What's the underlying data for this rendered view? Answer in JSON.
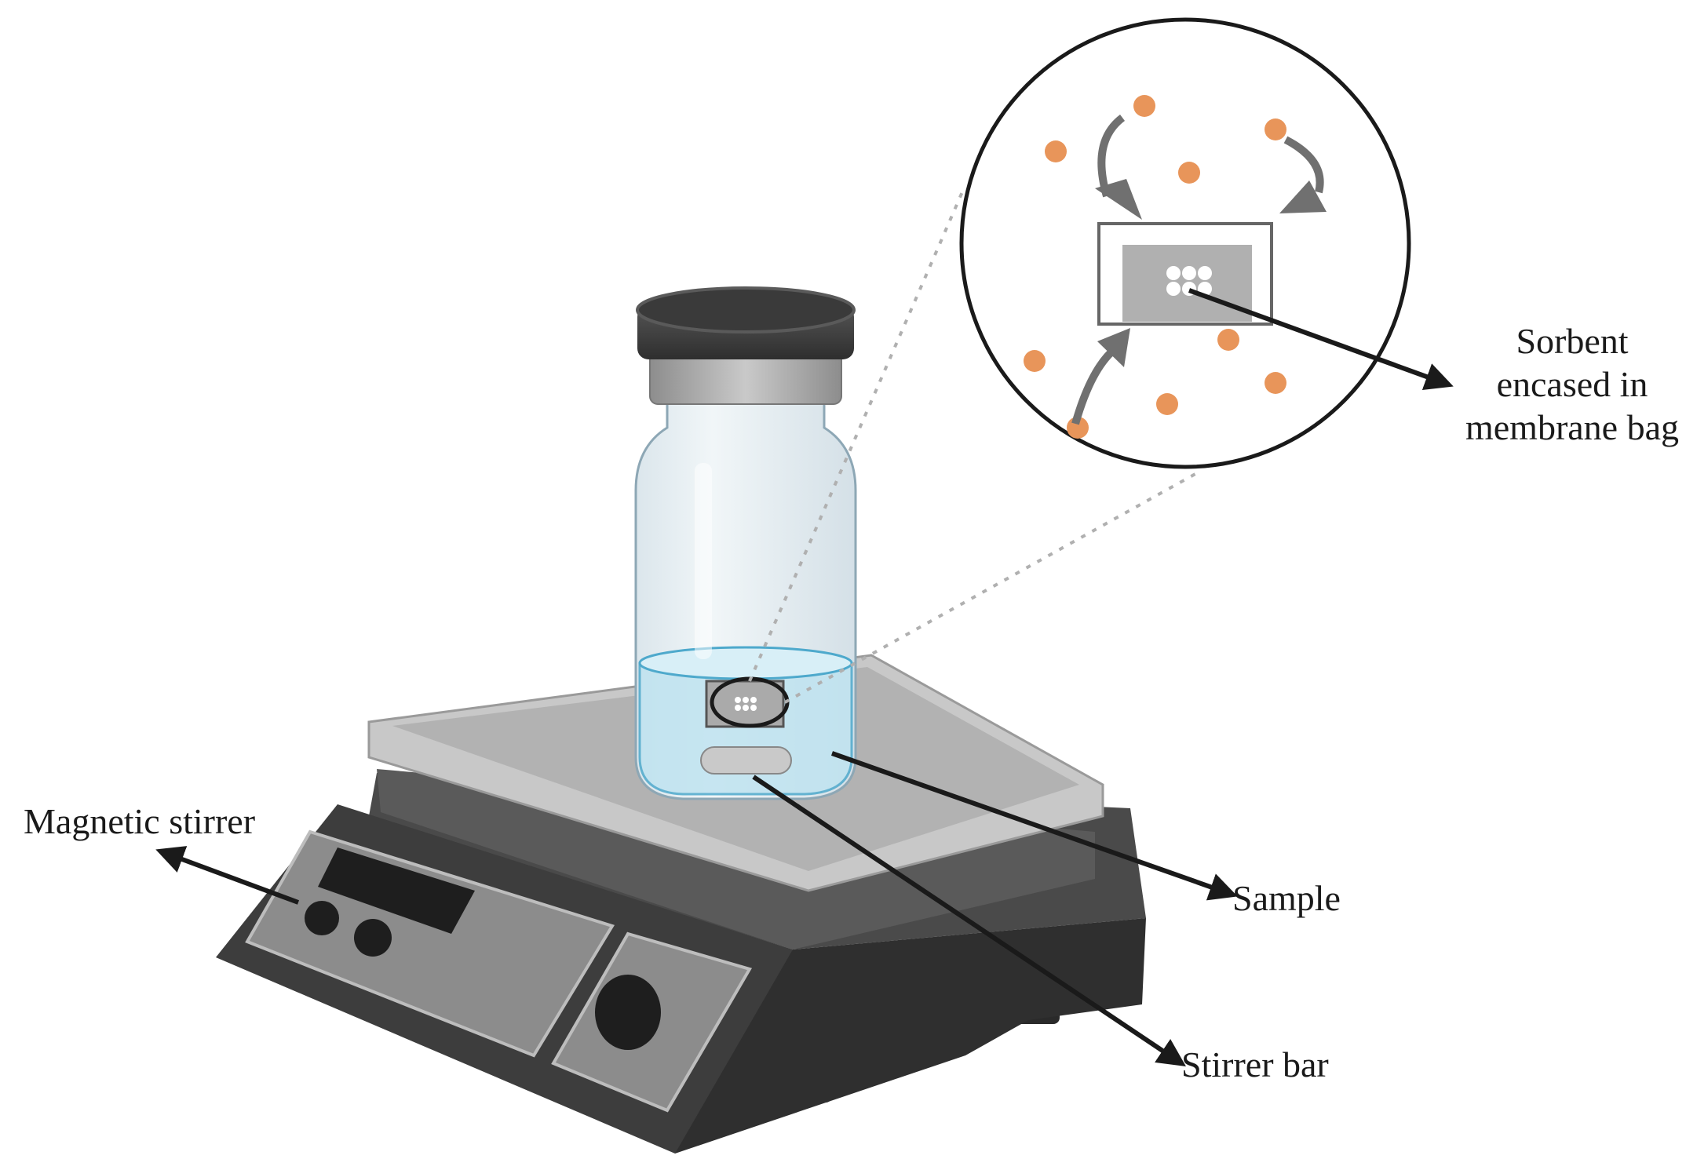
{
  "labels": {
    "magnetic_stirrer": "Magnetic stirrer",
    "sample": "Sample",
    "stirrer_bar": "Stirrer bar",
    "sorbent_line1": "Sorbent",
    "sorbent_line2": "encased in",
    "sorbent_line3": "membrane bag"
  },
  "colors": {
    "analyte": "#e8955a",
    "arrow": "#1a1a1a",
    "stirrer_body": "#3a3a3a",
    "panel": "#8c8c8c",
    "liquid": "#bfe3f0",
    "glass": "#e6eef2",
    "cap": "#4a4a4a"
  }
}
